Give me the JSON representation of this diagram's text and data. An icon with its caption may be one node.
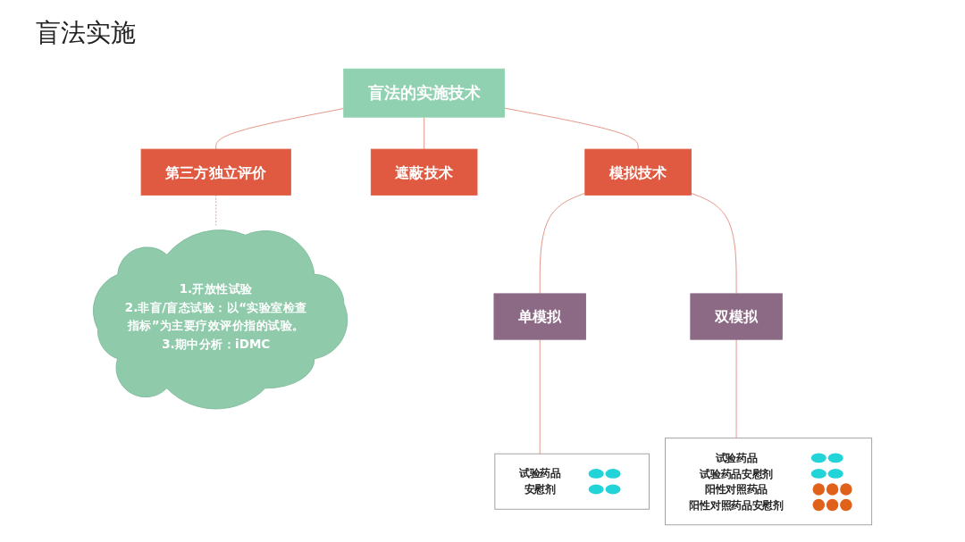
{
  "diagram": {
    "title": "盲法实施",
    "nodes": [
      {
        "text": [
          "盲法的实施技术"
        ]
      },
      {
        "text": [
          "模拟技术"
        ]
      },
      {
        "text": [
          "遮蔽技术"
        ]
      },
      {
        "text": [
          "第三方独立评价"
        ]
      },
      {
        "text": [
          "1.开放性试验",
          "2.非盲/盲态试验：以“实验室检查指标”为主要疗效评价指的试验。",
          "3.期中分析：iDMC"
        ]
      },
      {
        "text": [
          "单模拟"
        ]
      },
      {
        "text": [
          "双模拟"
        ]
      },
      {
        "text": [
          "试验药品",
          "安慰剂"
        ]
      },
      {
        "text": [
          "试验药品",
          "试验药品安慰剂",
          "阳性对照药品",
          "阳性对照药品安慰剂"
        ]
      }
    ],
    "edges": [
      {
        "from": 0,
        "to": 1,
        "arrow": "none"
      },
      {
        "from": 0,
        "to": 2,
        "arrow": "none"
      },
      {
        "from": 0,
        "to": 3,
        "arrow": "none"
      },
      {
        "from": 3,
        "to": 4,
        "arrow": "none",
        "style": "dashed"
      },
      {
        "from": 1,
        "to": 5,
        "arrow": "none"
      },
      {
        "from": 1,
        "to": 6,
        "arrow": "none"
      },
      {
        "from": 5,
        "to": 7,
        "arrow": "none"
      },
      {
        "from": 6,
        "to": 8,
        "arrow": "none"
      }
    ]
  }
}
